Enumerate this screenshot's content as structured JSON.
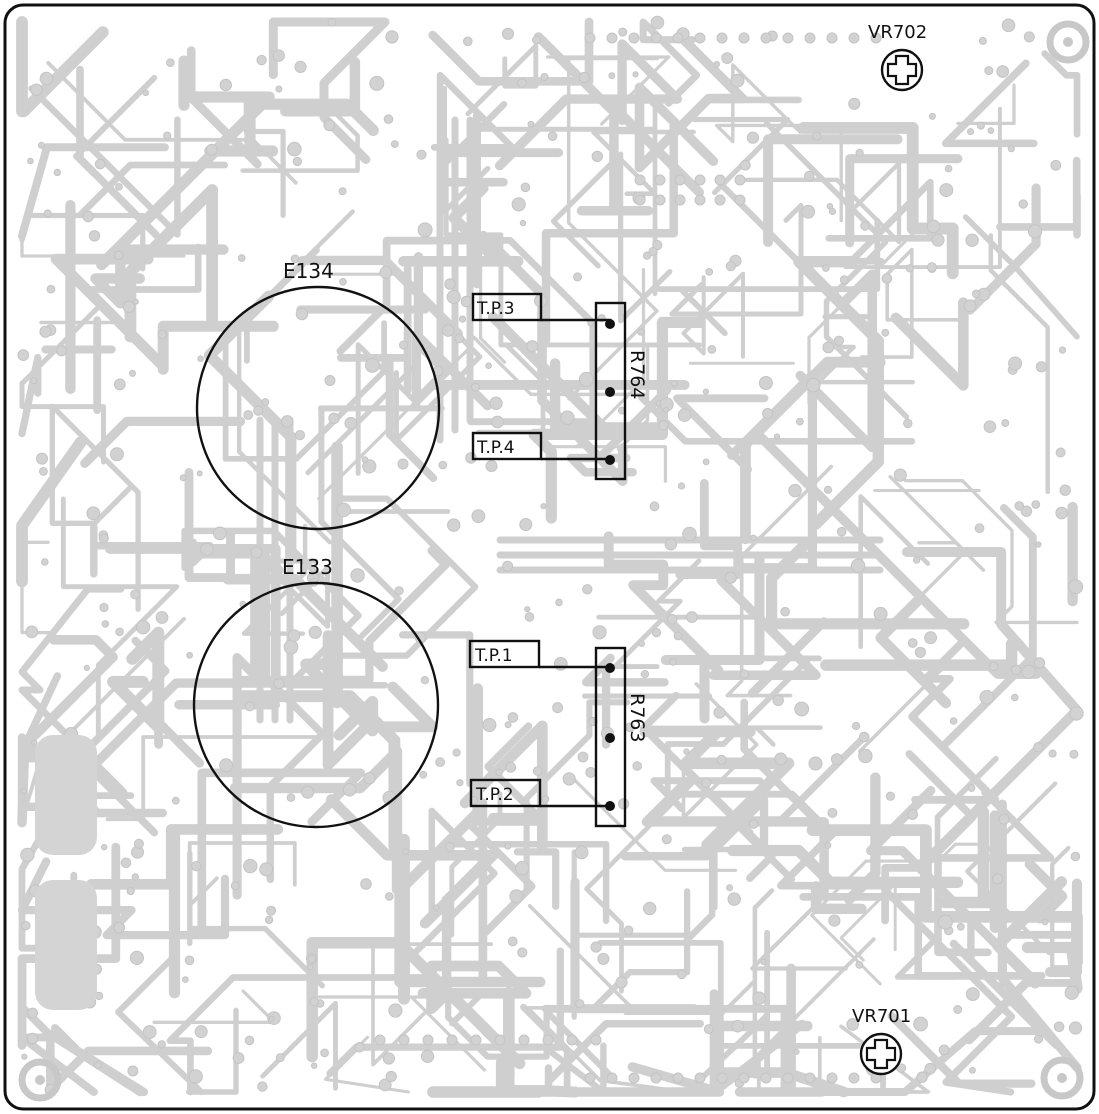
{
  "board": {
    "components": {
      "e134": "E134",
      "e133": "E133",
      "r764": "R764",
      "r763": "R763",
      "vr702": "VR702",
      "vr701": "VR701"
    },
    "test_points": {
      "tp3": "T.P.3",
      "tp4": "T.P.4",
      "tp1": "T.P.1",
      "tp2": "T.P.2"
    },
    "icons": [
      "trimmer-potentiometer-icon",
      "mounting-hole-icon"
    ],
    "colors": {
      "ink": "#111111",
      "trace": "#cfcfcf",
      "background": "#ffffff"
    }
  }
}
